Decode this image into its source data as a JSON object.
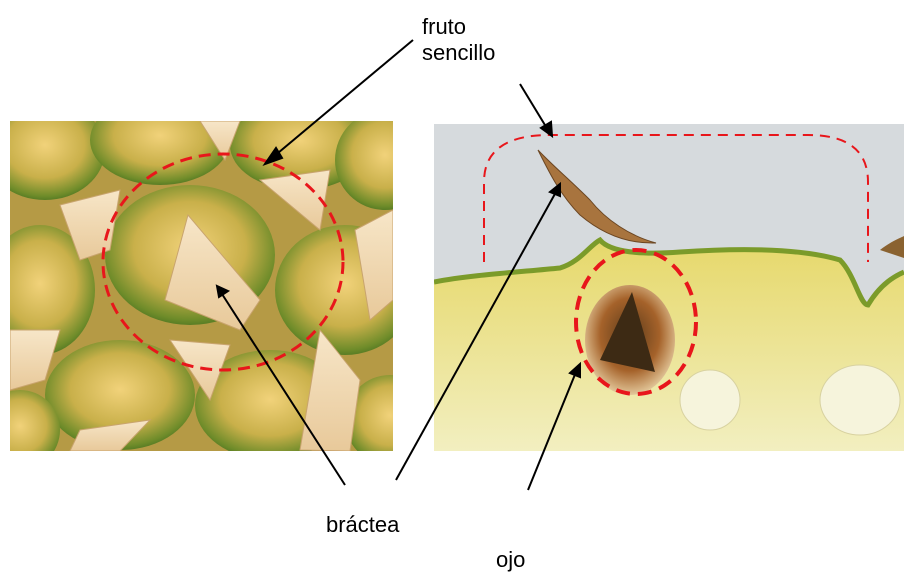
{
  "labels": {
    "fruto_line1": "fruto",
    "fruto_line2": "sencillo",
    "bractea": "bráctea",
    "ojo": "ojo"
  },
  "colors": {
    "annotation_dash": "#e8161b",
    "arrow": "#000000"
  },
  "figure": {
    "left_photo": "pineapple skin surface close-up",
    "right_photo": "pineapple cross-section showing an eye"
  }
}
